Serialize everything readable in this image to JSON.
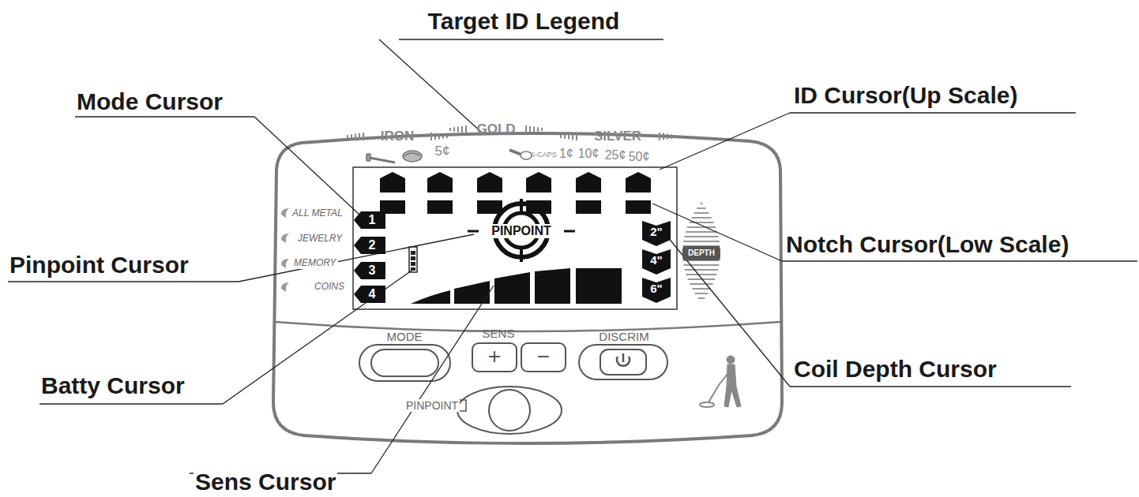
{
  "diagram": {
    "nodes": [
      {
        "text": [
          "1"
        ]
      },
      {
        "text": [
          "2"
        ]
      },
      {
        "text": [
          "3"
        ]
      },
      {
        "text": [
          "4"
        ]
      },
      {
        "text": [
          "2\""
        ]
      },
      {
        "text": [
          "4\""
        ]
      },
      {
        "text": [
          "6\""
        ]
      },
      {
        "text": [
          "DEPTH"
        ]
      }
    ],
    "labels": [
      "Target ID Legend",
      "Mode Cursor",
      "ID Cursor(Up Scale)",
      "Pinpoint Cursor",
      "Notch Cursor(Low Scale)",
      "Batty Cursor",
      "Coil Depth Cursor",
      "Sens Cursor",
      "IRON",
      "GOLD",
      "SILVER",
      "5¢",
      "S-CAPS",
      "1¢",
      "10¢",
      "25¢",
      "50¢",
      "ALL METAL",
      "JEWELRY",
      "MEMORY",
      "COINS",
      "PINPOINT",
      "MODE",
      "SENS",
      "+",
      "−",
      "DISCRIM",
      "PINPOINT"
    ]
  }
}
